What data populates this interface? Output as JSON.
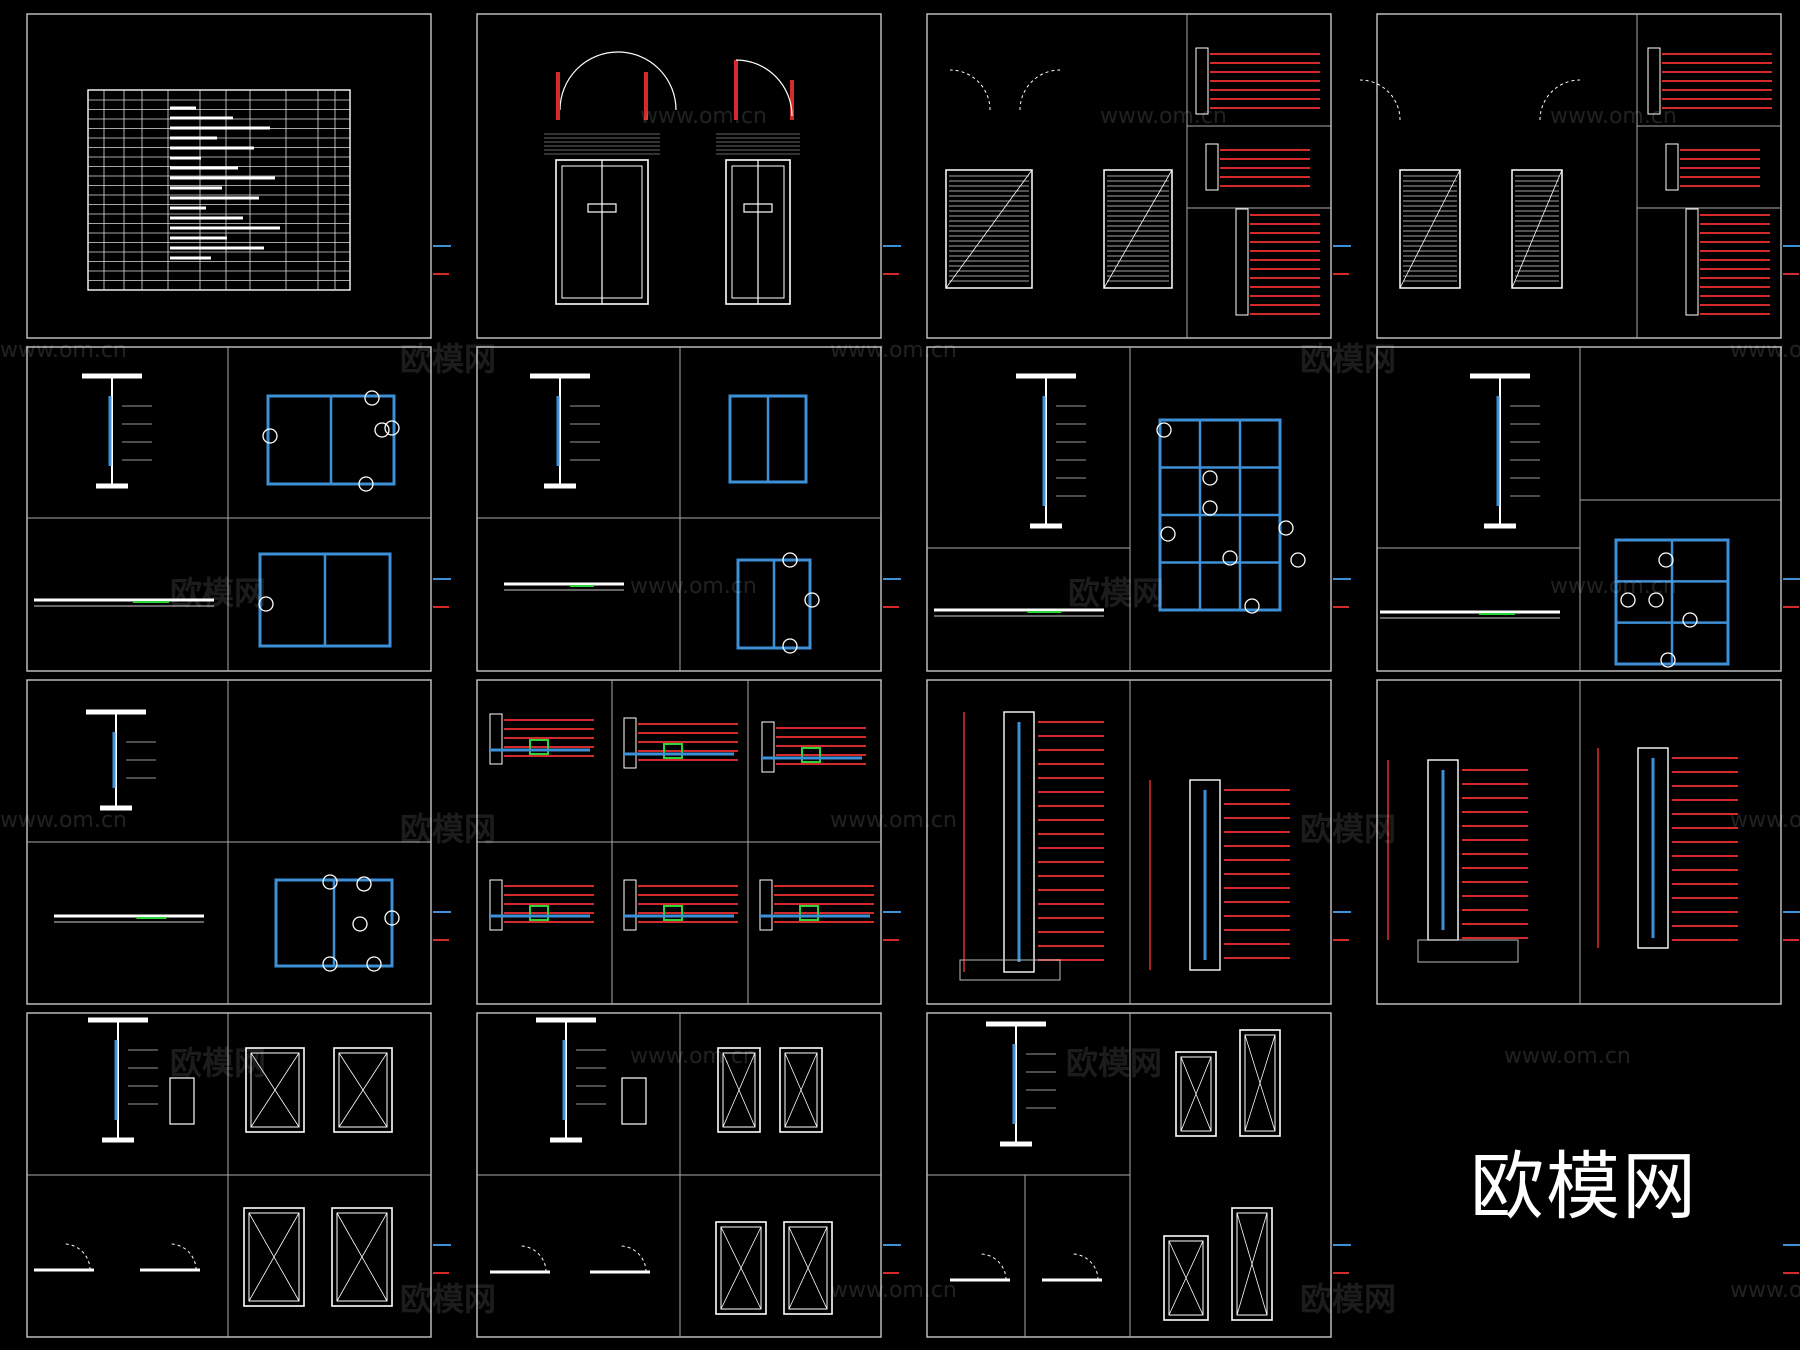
{
  "brand": {
    "name": "欧模网"
  },
  "watermark": {
    "url": "www.om.cn",
    "cn": "欧模网"
  },
  "colors": {
    "background": "#000000",
    "line": "#ffffff",
    "accent_red": "#d42a2a",
    "accent_blue": "#3d8fd6",
    "accent_green": "#2ed33c"
  }
}
